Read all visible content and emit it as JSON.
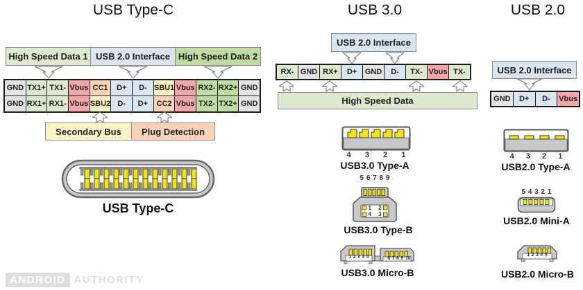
{
  "palette": {
    "gnd_gray": "#e4e4e4",
    "pale_green": "#dde9cf",
    "medium_green": "#c0dba4",
    "usb2_blue": "#d9e5f1",
    "vbus_pink": "#f4a7a9",
    "cc_peach": "#f9d2b8",
    "sbu_yellow": "#fcf2c8",
    "pin_yellow": "#f2e410",
    "connector_gray": "#c9c9c9",
    "watermark_gray": "#dedede"
  },
  "watermark": {
    "brand": "ANDROID",
    "suffix": "AUTHORITY"
  },
  "typec": {
    "title": "USB Type-C",
    "headers": [
      {
        "label": "High Speed Data 1",
        "c": "pale"
      },
      {
        "label": "USB 2.0 Interface",
        "c": "blue"
      },
      {
        "label": "High Speed Data 2",
        "c": "med"
      }
    ],
    "row1": [
      {
        "t": "GND",
        "c": "gray"
      },
      {
        "t": "TX1+",
        "c": "pale"
      },
      {
        "t": "TX1-",
        "c": "pale"
      },
      {
        "t": "Vbus",
        "c": "pink"
      },
      {
        "t": "CC1",
        "c": "peach"
      },
      {
        "t": "D+",
        "c": "blue"
      },
      {
        "t": "D-",
        "c": "blue"
      },
      {
        "t": "SBU1",
        "c": "yellow"
      },
      {
        "t": "Vbus",
        "c": "pink"
      },
      {
        "t": "RX2-",
        "c": "med"
      },
      {
        "t": "RX2+",
        "c": "med"
      },
      {
        "t": "GND",
        "c": "gray"
      }
    ],
    "row2": [
      {
        "t": "GND",
        "c": "gray"
      },
      {
        "t": "RX1+",
        "c": "pale"
      },
      {
        "t": "RX1-",
        "c": "pale"
      },
      {
        "t": "Vbus",
        "c": "pink"
      },
      {
        "t": "SBU2",
        "c": "yellow"
      },
      {
        "t": "D-",
        "c": "blue"
      },
      {
        "t": "D+",
        "c": "blue"
      },
      {
        "t": "CC2",
        "c": "peach"
      },
      {
        "t": "Vbus",
        "c": "pink"
      },
      {
        "t": "TX2-",
        "c": "med"
      },
      {
        "t": "TX2+",
        "c": "med"
      },
      {
        "t": "GND",
        "c": "gray"
      }
    ],
    "footers": [
      {
        "label": "Secondary Bus",
        "c": "yellow"
      },
      {
        "label": "Plug Detection",
        "c": "peach"
      }
    ],
    "connector_label": "USB Type-C"
  },
  "usb3": {
    "title": "USB 3.0",
    "interface_label": "USB 2.0 Interface",
    "row": [
      {
        "t": "RX-",
        "c": "pale"
      },
      {
        "t": "GND",
        "c": "gray"
      },
      {
        "t": "RX+",
        "c": "pale"
      },
      {
        "t": "D+",
        "c": "blue"
      },
      {
        "t": "GND",
        "c": "gray"
      },
      {
        "t": "D-",
        "c": "blue"
      },
      {
        "t": "TX-",
        "c": "pale"
      },
      {
        "t": "Vbus",
        "c": "pink"
      },
      {
        "t": "TX-",
        "c": "pale"
      }
    ],
    "bus_label": "High Speed Data",
    "type_a": {
      "label": "USB3.0 Type-A",
      "pins": "4 3 2 1"
    },
    "type_b": {
      "label": "USB3.0 Type-B",
      "pins_top": "5 6 7 8 9",
      "inner_top": "1 2",
      "inner_bottom": "4 3"
    },
    "micro_b": {
      "label": "USB3.0 Micro-B",
      "pins_left": "1 2 3 4 5",
      "pins_right": "6 7 8 9 10"
    }
  },
  "usb2": {
    "title": "USB 2.0",
    "interface_label": "USB 2.0 Interface",
    "row": [
      {
        "t": "GND",
        "c": "gray"
      },
      {
        "t": "D+",
        "c": "blue"
      },
      {
        "t": "D-",
        "c": "blue"
      },
      {
        "t": "Vbus",
        "c": "pink"
      }
    ],
    "type_a": {
      "label": "USB2.0 Type-A",
      "pins": "4 3 2 1"
    },
    "mini_a": {
      "label": "USB2.0 Mini-A",
      "pins": "5 4 3 2 1"
    },
    "micro_b": {
      "label": "USB2.0 Micro-B",
      "pins": "1 2 3 4 5"
    }
  }
}
